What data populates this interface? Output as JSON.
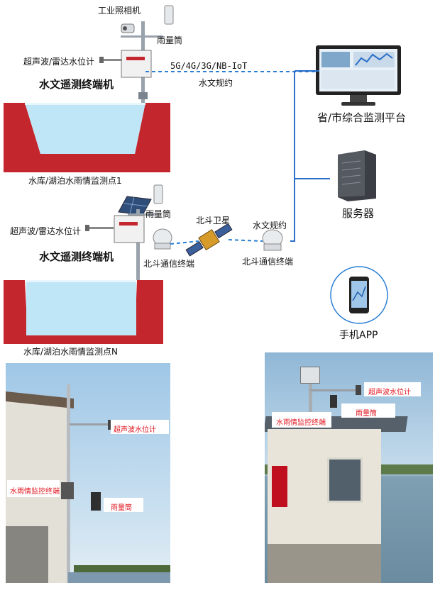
{
  "site1": {
    "camera_label": "工业照相机",
    "rain_gauge_label": "雨量筒",
    "level_meter_label": "超声波/雷达水位计",
    "terminal_label": "水文遥测终端机",
    "link_label": "5G/4G/3G/NB-IoT",
    "protocol_label": "水文规约",
    "site_label": "水库/湖泊水雨情监测点1"
  },
  "site_n": {
    "rain_gauge_label": "雨量筒",
    "level_meter_label": "超声波/雷达水位计",
    "terminal_label": "水文遥测终端机",
    "beidou_terminal_label": "北斗通信终端",
    "satellite_label": "北斗卫星",
    "protocol_label": "水文规约",
    "beidou_terminal_label_2": "北斗通信终端",
    "site_label": "水库/湖泊水雨情监测点N"
  },
  "platform": {
    "platform_label": "省/市综合监测平台",
    "server_label": "服务器",
    "app_label": "手机APP"
  },
  "photo1": {
    "level_label": "超声波水位计",
    "controller_label": "水雨情监控终端",
    "rain_label": "雨量筒"
  },
  "photo2": {
    "level_label": "超声波水位计",
    "rain_label": "雨量筒",
    "controller_label": "水雨情监控终端"
  },
  "colors": {
    "water": "#bfe6f7",
    "soil": "#c4262e",
    "line_dashed": "#2a7fd4",
    "line_solid": "#2a6fc9",
    "label_red": "#e0141e"
  }
}
